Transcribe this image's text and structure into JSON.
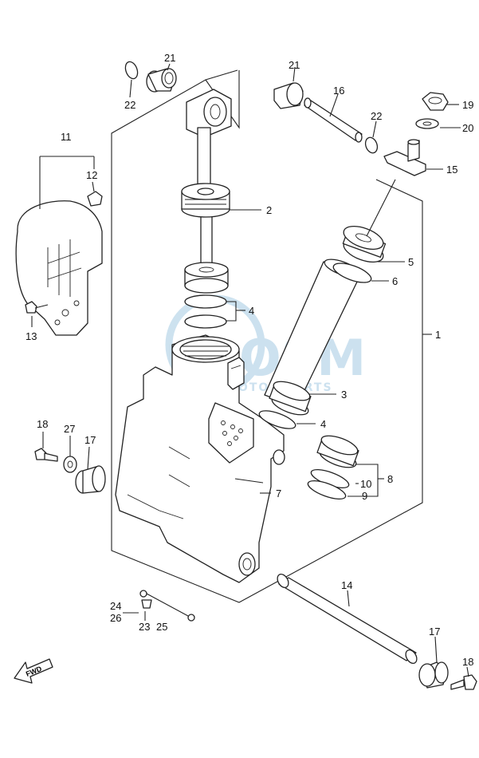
{
  "watermark": {
    "brand": "OSM",
    "subtitle": "MOTOR PARTS",
    "color": "#bcd8ea"
  },
  "fwd_label": "FWD",
  "callouts": {
    "c21a": "21",
    "c22a": "22",
    "c21b": "21",
    "c16": "16",
    "c22b": "22",
    "c19": "19",
    "c20": "20",
    "c15": "15",
    "c11": "11",
    "c12": "12",
    "c2": "2",
    "c5": "5",
    "c6": "6",
    "c4a": "4",
    "c1": "1",
    "c13": "13",
    "c3": "3",
    "c4b": "4",
    "c18a": "18",
    "c27": "27",
    "c17a": "17",
    "c8": "8",
    "c10": "10",
    "c9": "9",
    "c7": "7",
    "c14": "14",
    "c24": "24",
    "c26": "26",
    "c23": "23",
    "c25": "25",
    "c17b": "17",
    "c18b": "18"
  }
}
